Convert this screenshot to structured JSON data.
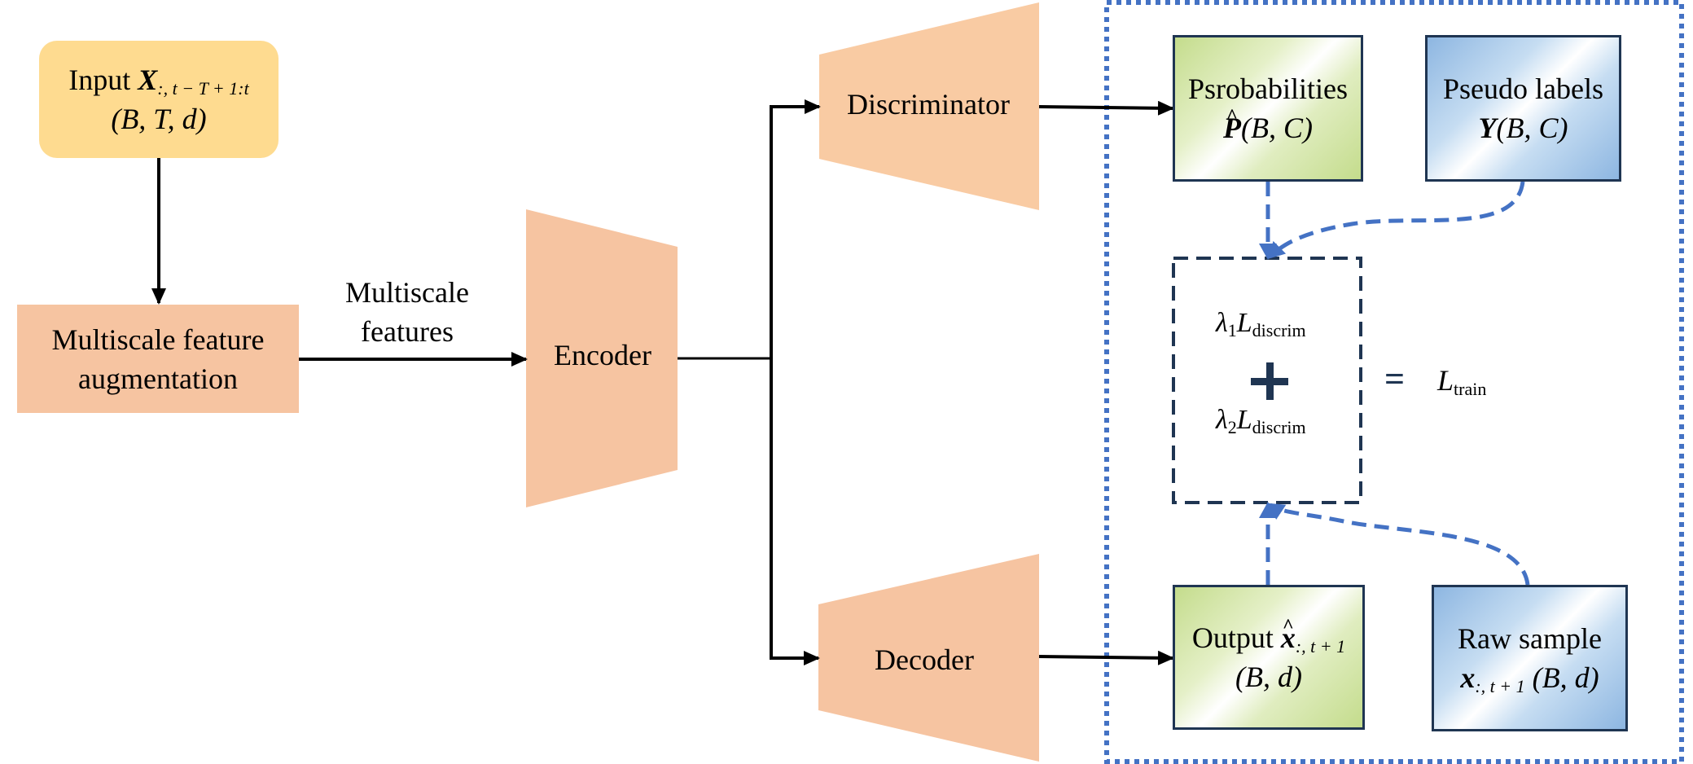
{
  "diagram": {
    "input": {
      "label": "Input",
      "var": "X",
      "sub": ":, t − T + 1:t",
      "shape": "(B, T, d)"
    },
    "augmentation": {
      "line1": "Multiscale feature",
      "line2": "augmentation"
    },
    "edge_label": {
      "line1": "Multiscale",
      "line2": "features"
    },
    "encoder": {
      "label": "Encoder"
    },
    "discriminator": {
      "label": "Discriminator"
    },
    "decoder": {
      "label": "Decoder"
    },
    "probabilities": {
      "label": "Psrobabilities",
      "var": "P",
      "shape": "(B, C)"
    },
    "pseudo_labels": {
      "label": "Pseudo labels",
      "var": "Y",
      "shape": "(B, C)"
    },
    "output": {
      "label": "Output",
      "var": "x",
      "sub": ":, t + 1",
      "shape": "(B, d)"
    },
    "raw_sample": {
      "label": "Raw sample",
      "var": "x",
      "sub": ":, t + 1",
      "shape": "(B, d)"
    },
    "loss": {
      "term1": {
        "coef": "λ",
        "coef_sub": "1",
        "L": "L",
        "L_sub": "discrim"
      },
      "term2": {
        "coef": "λ",
        "coef_sub": "2",
        "L": "L",
        "L_sub": "discrim"
      },
      "equals": "=",
      "total": {
        "L": "L",
        "L_sub": "train"
      }
    },
    "colors": {
      "encoder_fill": "#f6c4a1",
      "input_fill": "#fedb90",
      "green_fill": "#c4dc8c",
      "blue_fill": "#8db6e1",
      "box_border": "#1f3552",
      "dashed_arrow": "#4472c4",
      "outer_dotted": "#4472c4"
    }
  }
}
